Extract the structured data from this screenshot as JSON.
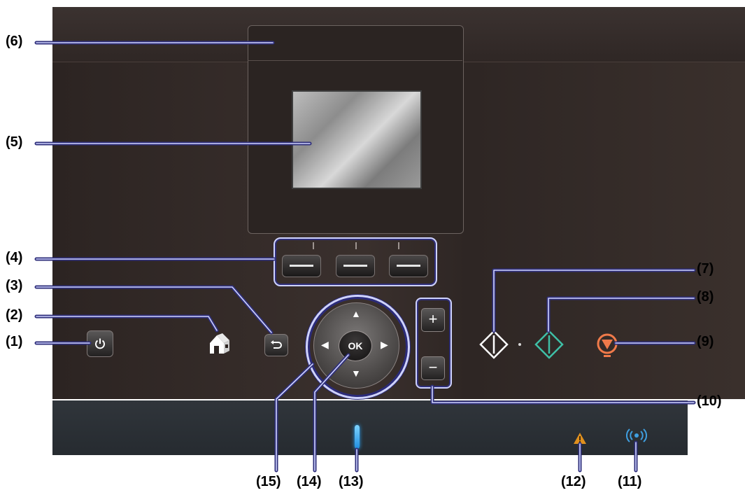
{
  "callouts": {
    "c1": "(1)",
    "c2": "(2)",
    "c3": "(3)",
    "c4": "(4)",
    "c5": "(5)",
    "c6": "(6)",
    "c7": "(7)",
    "c8": "(8)",
    "c9": "(9)",
    "c10": "(10)",
    "c11": "(11)",
    "c12": "(12)",
    "c13": "(13)",
    "c14": "(14)",
    "c15": "(15)"
  },
  "buttons": {
    "ok_label": "OK",
    "plus_label": "+",
    "minus_label": "−"
  },
  "colors": {
    "leader_line": "#2f2f7a",
    "leader_highlight": "#cfd3ff",
    "color_start_green": "#3fbfa6",
    "stop_orange": "#f07a4a",
    "alarm_orange": "#e0901e",
    "wifi_blue": "#3f9fe0",
    "power_lamp_blue": "#2aa8ff"
  },
  "icons": {
    "power": "power-icon",
    "home": "home-icon",
    "back": "back-icon",
    "black_start": "black-start-icon",
    "color_start": "color-start-icon",
    "stop": "stop-icon",
    "alarm": "alarm-icon",
    "wifi": "wifi-icon"
  }
}
